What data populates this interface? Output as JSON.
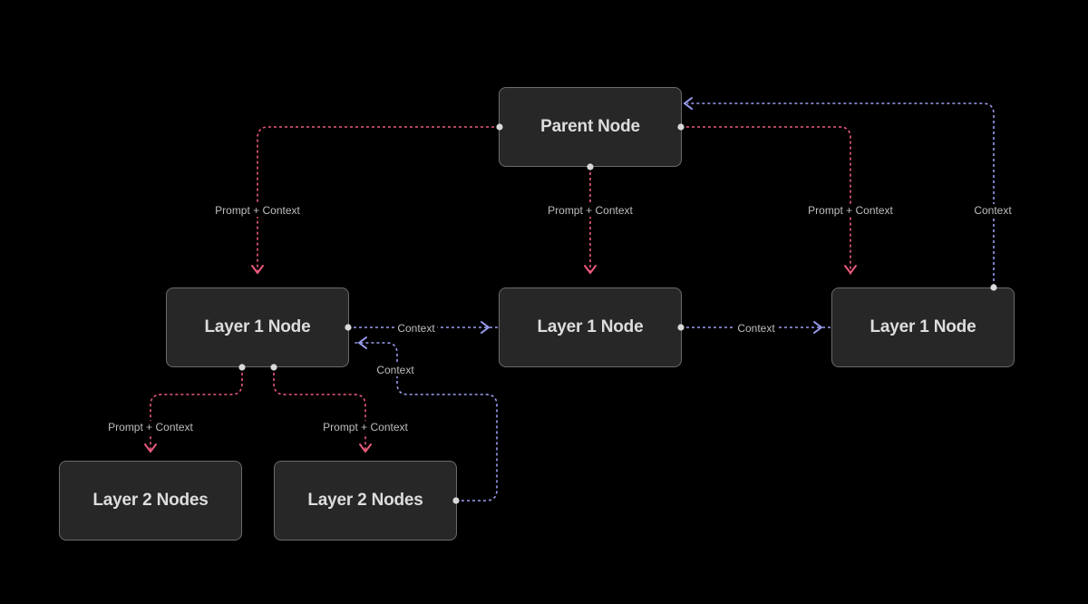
{
  "colors": {
    "background": "#000000",
    "node_fill": "#272727",
    "node_border": "#6b6b6b",
    "prompt_link": "#ea5a7c",
    "context_link": "#9b9df0",
    "port_dot": "#d9d9d9"
  },
  "nodes": {
    "parent": {
      "label": "Parent Node"
    },
    "layer1_left": {
      "label": "Layer 1 Node"
    },
    "layer1_center": {
      "label": "Layer 1 Node"
    },
    "layer1_right": {
      "label": "Layer 1 Node"
    },
    "layer2_left": {
      "label": "Layer 2 Nodes"
    },
    "layer2_right": {
      "label": "Layer 2 Nodes"
    }
  },
  "links": {
    "parent_to_left": {
      "label": "Prompt + Context",
      "kind": "prompt"
    },
    "parent_to_center": {
      "label": "Prompt + Context",
      "kind": "prompt"
    },
    "parent_to_right": {
      "label": "Prompt + Context",
      "kind": "prompt"
    },
    "right_to_parent": {
      "label": "Context",
      "kind": "context"
    },
    "left_to_center": {
      "label": "Context",
      "kind": "context"
    },
    "center_to_right": {
      "label": "Context",
      "kind": "context"
    },
    "layer2_to_left": {
      "label": "Context",
      "kind": "context"
    },
    "left_to_layer2_left": {
      "label": "Prompt + Context",
      "kind": "prompt"
    },
    "left_to_layer2_right": {
      "label": "Prompt + Context",
      "kind": "prompt"
    }
  }
}
